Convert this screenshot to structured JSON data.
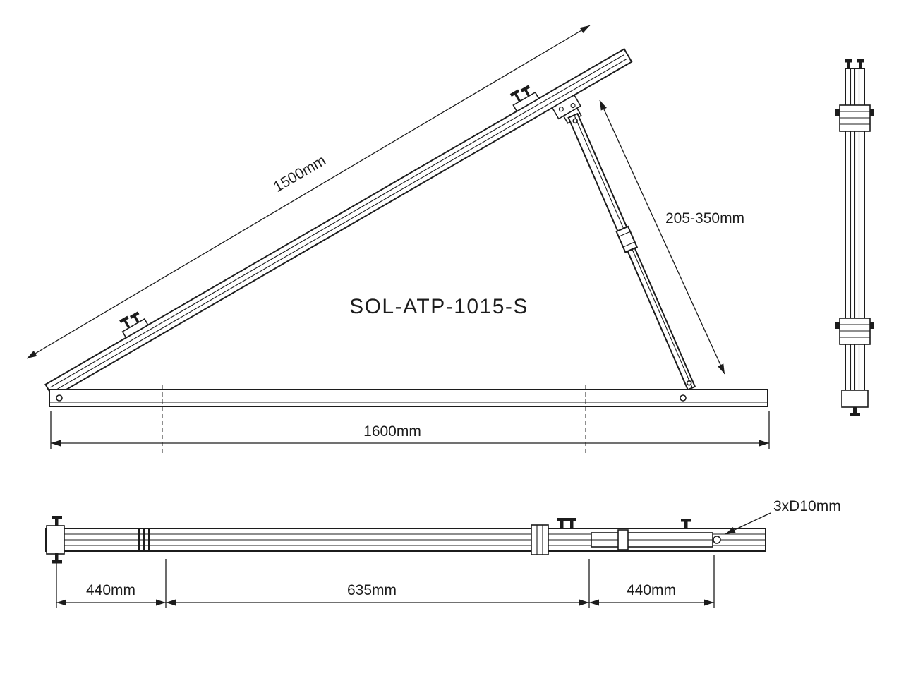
{
  "style": {
    "line_color": "#1c1c1c",
    "background_color": "#ffffff"
  },
  "main_view": {
    "product_code": "SOL-ATP-1015-S",
    "rail_length_label": "1500mm",
    "strut_range_label": "205-350mm",
    "base_length_label": "1600mm"
  },
  "folded_view": {
    "segments": [
      {
        "label": "440mm"
      },
      {
        "label": "635mm"
      },
      {
        "label": "440mm"
      }
    ],
    "hole_note_label": "3xD10mm"
  }
}
